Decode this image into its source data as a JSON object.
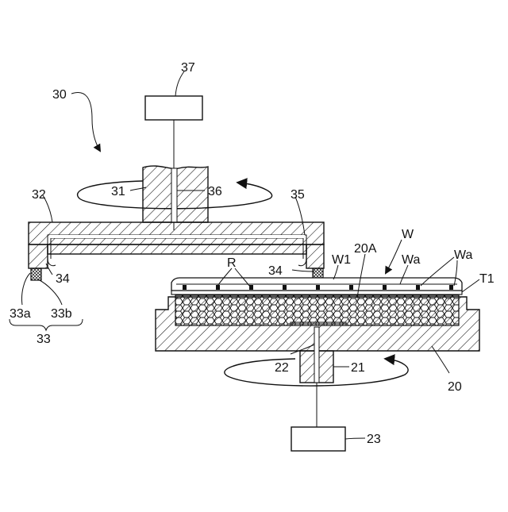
{
  "figure": {
    "labels": {
      "assembly": "30",
      "motor_top": "37",
      "shaft_top": "31",
      "pipe": "36",
      "head_plate": "32",
      "channel": "35",
      "ring_a": "33a",
      "ring_b": "33b",
      "ring": "33",
      "seal_left": "34",
      "seal_right": "34",
      "recess": "R",
      "wafer_edge": "W1",
      "table_surface": "20A",
      "wafer": "W",
      "wafer_part_1": "Wa",
      "wafer_part_2": "Wa",
      "tape": "T1",
      "table": "20",
      "shaft_bottom": "21",
      "channel_bottom": "22",
      "motor_bottom": "23"
    }
  }
}
